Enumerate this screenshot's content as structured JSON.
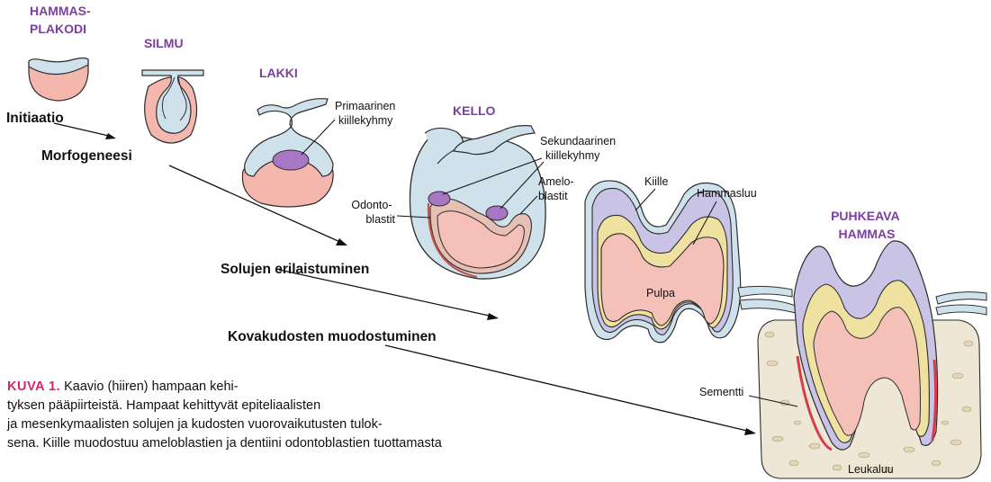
{
  "stages": {
    "hammasplakodi": [
      "HAMMAS-",
      "PLAKODI"
    ],
    "silmu": "SILMU",
    "lakki": "LAKKI",
    "kello": "KELLO",
    "puhkeava": [
      "PUHKEAVA",
      "HAMMAS"
    ]
  },
  "phases": {
    "initiaatio": "Initiaatio",
    "morfogeneesi": "Morfogeneesi",
    "solujen": "Solujen erilaistuminen",
    "kovakudosten": "Kovakudosten muodostuminen"
  },
  "labels": {
    "primaarinen": [
      "Primaarinen",
      "kiillekyhmy"
    ],
    "sekundaarinen": [
      "Sekundaarinen",
      "kiillekyhmy"
    ],
    "odontoblastit": [
      "Odonto-",
      "blastit"
    ],
    "ameloblastit": [
      "Amelo-",
      "blastit"
    ],
    "kiille": "Kiille",
    "hammasluu": "Hammasluu",
    "pulpa": "Pulpa",
    "sementti": "Sementti",
    "leukaluu": "Leukaluu"
  },
  "caption": {
    "label": "KUVA 1.",
    "lines": [
      " Kaavio (hiiren) hampaan kehi-",
      "tyksen pääpiirteistä. Hampaat kehittyvät epiteliaalisten",
      "ja mesenkymaalisten solujen ja kudosten vuorovaikutusten tulok-",
      "sena. Kiille muodostuu ameloblastien ja dentiini odontoblastien tuottamasta"
    ]
  },
  "colors": {
    "epithelium": "#cfe2ec",
    "epithelium_outline": "#2d6a8c",
    "mesenchyme": "#f3b7ae",
    "enamel_knot": "#a877c4",
    "enamel": "#c9c3e6",
    "dentin": "#efe2a0",
    "pulp": "#f4c0b8",
    "bone": "#efe7d6",
    "cementum": "#d93a4a",
    "stage_label": "#7b3fa0",
    "caption_label": "#d6256c"
  }
}
